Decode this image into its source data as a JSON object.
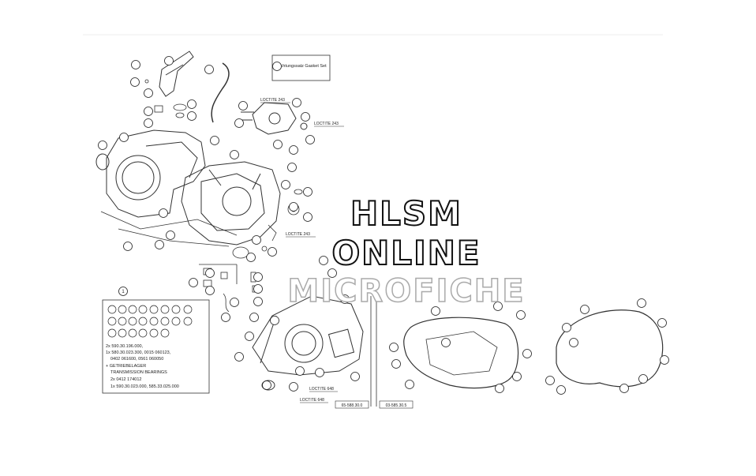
{
  "watermark": {
    "line1": "HLSM",
    "line2": "ONLINE",
    "line3": "MICROFICHE"
  },
  "box_labels": {
    "gasket_set": "Dichtungssatz Gasket Set",
    "item_one": "1"
  },
  "loctite": {
    "l1": "LOCTITE 243",
    "l2": "LOCTITE 243",
    "l3": "LOCTITE 243",
    "l4": "LOCTITE 648",
    "l5": "LOCTITE 648"
  },
  "parts_box": {
    "line1": "2x 590.30.196.000,",
    "line2": "1x 580.30.023.300, 0015 060123,",
    "line3": "0402 061600, 0561 060050",
    "line4": "+ GETRIEBELAGER",
    "line5": "TRANSMISSION BEARINGS",
    "line6": "2x 0412 174012",
    "line7": "1x 590.30.023.000, 585.33.025.000"
  },
  "ref_codes": {
    "left": "65-588.30.0",
    "right": "03-585.30.5"
  },
  "colors": {
    "line": "#333333",
    "callout": "#222222"
  }
}
